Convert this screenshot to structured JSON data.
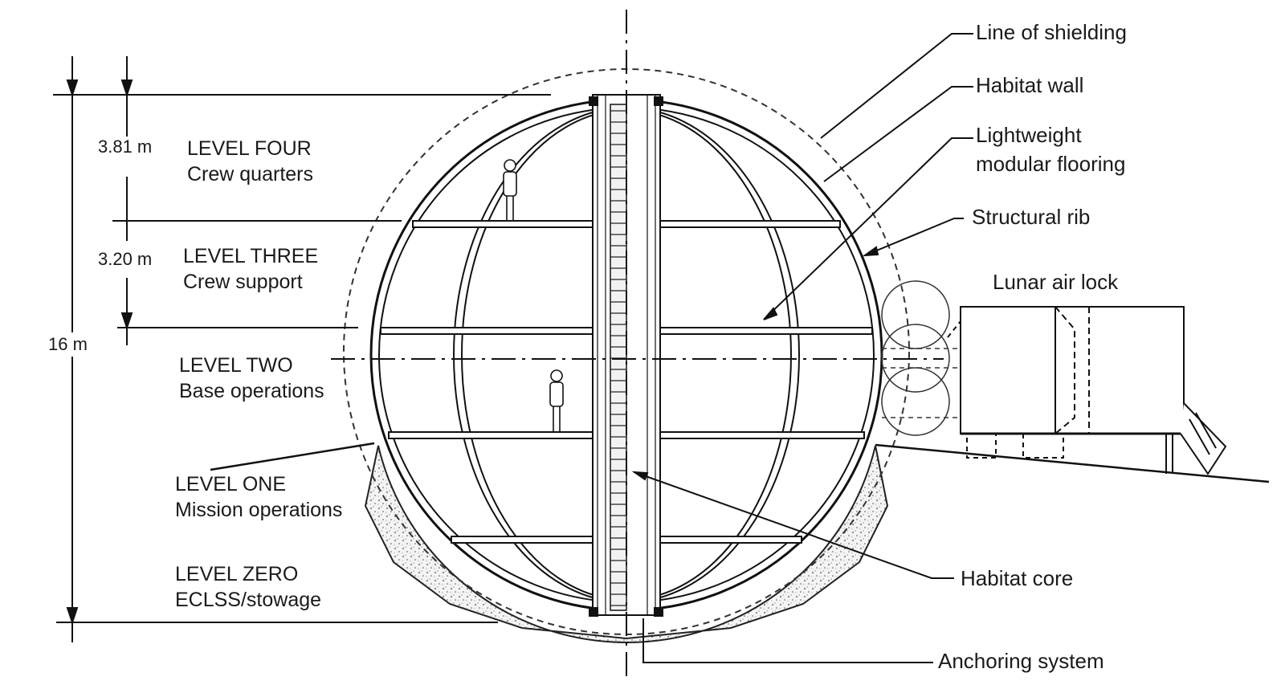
{
  "levels": [
    {
      "name": "LEVEL FOUR",
      "function": "Crew quarters"
    },
    {
      "name": "LEVEL THREE",
      "function": "Crew support"
    },
    {
      "name": "LEVEL TWO",
      "function": "Base operations"
    },
    {
      "name": "LEVEL ONE",
      "function": "Mission operations"
    },
    {
      "name": "LEVEL ZERO",
      "function": "ECLSS/stowage"
    }
  ],
  "dimensions": {
    "level_four_height": "3.81 m",
    "level_three_height": "3.20 m",
    "total_height": "16 m"
  },
  "callouts": {
    "line_of_shielding": "Line of shielding",
    "habitat_wall": "Habitat wall",
    "flooring_line1": "Lightweight",
    "flooring_line2": "modular flooring",
    "structural_rib": "Structural rib",
    "lunar_air_lock": "Lunar air lock",
    "habitat_core": "Habitat core",
    "anchoring_system": "Anchoring system"
  }
}
